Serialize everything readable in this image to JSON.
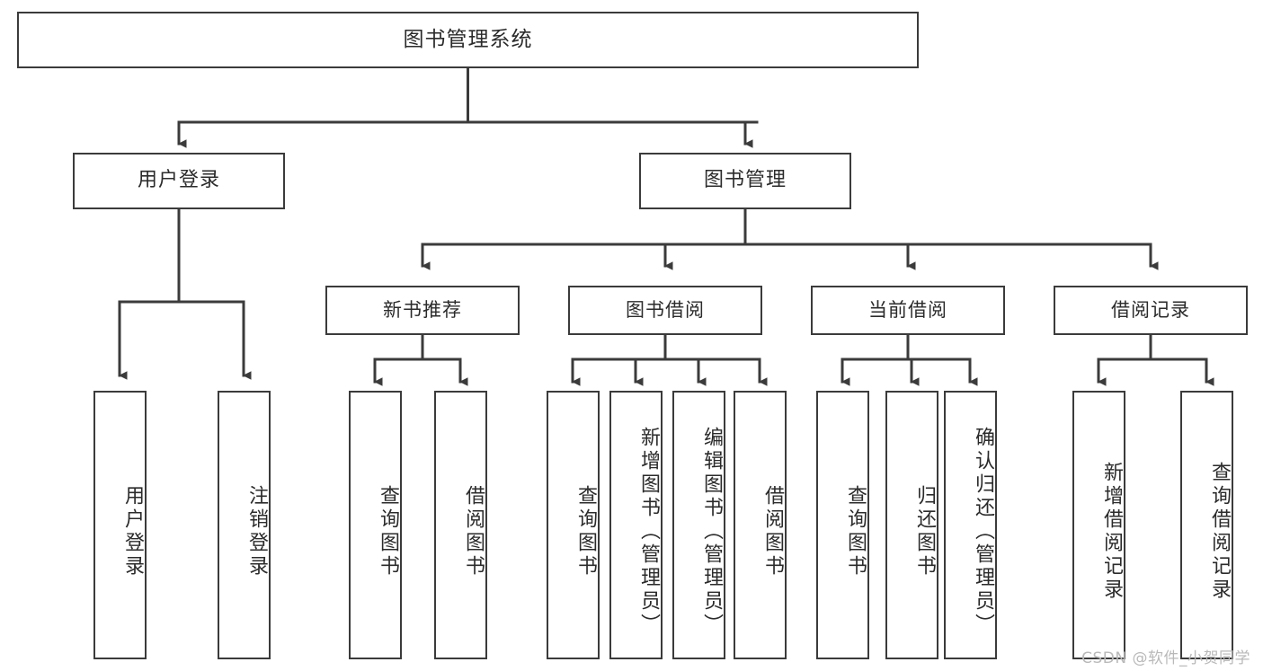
{
  "diagram": {
    "title": "图书管理系统",
    "type": "hierarchy-tree",
    "watermark": "CSDN @软件_小贺同学",
    "colors": {
      "box_border": "#3b3b3b",
      "box_fill": "#ffffff",
      "connector": "#3b3b3b",
      "text": "#2b2b2b",
      "watermark": "#b9b9b9"
    },
    "root": {
      "label": "图书管理系统"
    },
    "level1": [
      {
        "label": "用户登录"
      },
      {
        "label": "图书管理"
      }
    ],
    "level2": [
      {
        "label": "新书推荐"
      },
      {
        "label": "图书借阅"
      },
      {
        "label": "当前借阅"
      },
      {
        "label": "借阅记录"
      }
    ],
    "leaves": {
      "user_login": [
        {
          "label": "用户登录"
        },
        {
          "label": "注销登录"
        }
      ],
      "new_book_recommend": [
        {
          "label": "查询图书"
        },
        {
          "label": "借阅图书"
        }
      ],
      "book_borrow": [
        {
          "label": "查询图书"
        },
        {
          "label": "新增图书（管理员）"
        },
        {
          "label": "编辑图书（管理员）"
        },
        {
          "label": "借阅图书"
        }
      ],
      "current_borrow": [
        {
          "label": "查询图书"
        },
        {
          "label": "归还图书"
        },
        {
          "label": "确认归还（管理员）"
        }
      ],
      "borrow_record": [
        {
          "label": "新增借阅记录"
        },
        {
          "label": "查询借阅记录"
        }
      ]
    }
  }
}
